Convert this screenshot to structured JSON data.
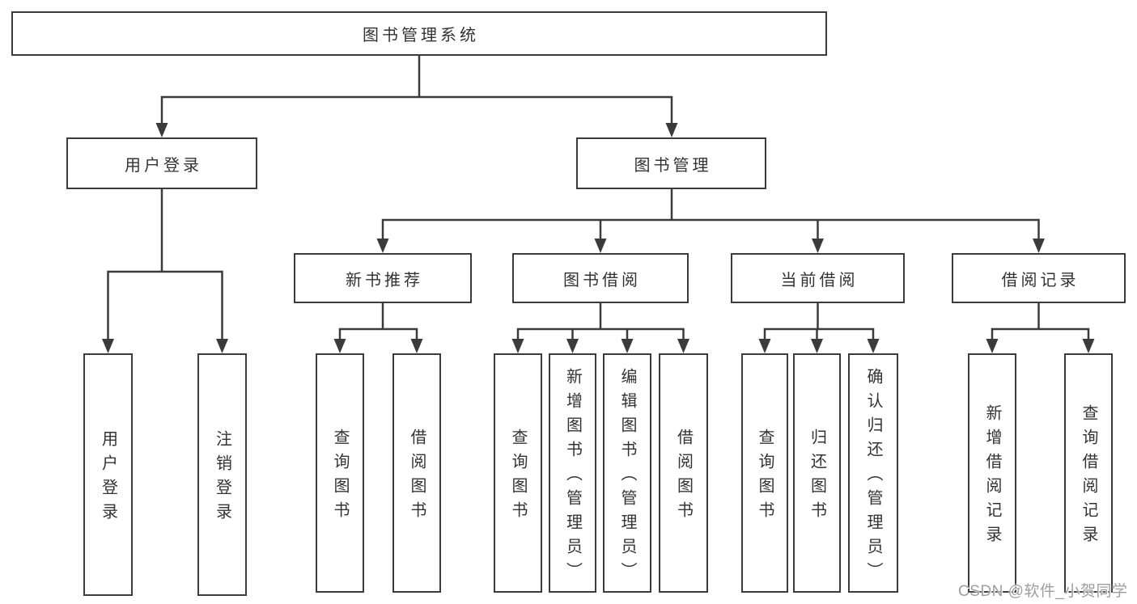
{
  "diagram": {
    "root": {
      "label": "图书管理系统"
    },
    "children": [
      {
        "label": "用户登录",
        "children": [
          {
            "label": "用户登录"
          },
          {
            "label": "注销登录"
          }
        ]
      },
      {
        "label": "图书管理",
        "children": [
          {
            "label": "新书推荐",
            "children": [
              {
                "label": "查询图书"
              },
              {
                "label": "借阅图书"
              }
            ]
          },
          {
            "label": "图书借阅",
            "children": [
              {
                "label": "查询图书"
              },
              {
                "label": "新增图书（管理员）"
              },
              {
                "label": "编辑图书（管理员）"
              },
              {
                "label": "借阅图书"
              }
            ]
          },
          {
            "label": "当前借阅",
            "children": [
              {
                "label": "查询图书"
              },
              {
                "label": "归还图书"
              },
              {
                "label": "确认归还（管理员）"
              }
            ]
          },
          {
            "label": "借阅记录",
            "children": [
              {
                "label": "新增借阅记录"
              },
              {
                "label": "查询借阅记录"
              }
            ]
          }
        ]
      }
    ]
  },
  "watermark": {
    "text": "CSDN @软件_小贺同学"
  },
  "style": {
    "line_color": "#3b3b3b",
    "box_background": "#ffffff",
    "text_color": "#333333",
    "watermark_color": "#9e9e9e"
  }
}
